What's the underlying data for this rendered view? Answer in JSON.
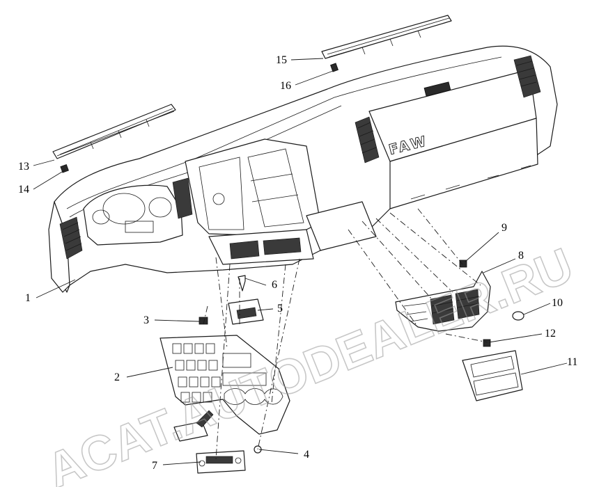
{
  "figure": {
    "brand_text": "FAW",
    "watermark_text": "ACAT.AUTODEALER.RU"
  },
  "callouts": [
    {
      "id": "1",
      "label": "1"
    },
    {
      "id": "2",
      "label": "2"
    },
    {
      "id": "3",
      "label": "3"
    },
    {
      "id": "4",
      "label": "4"
    },
    {
      "id": "5",
      "label": "5"
    },
    {
      "id": "6",
      "label": "6"
    },
    {
      "id": "7",
      "label": "7"
    },
    {
      "id": "8",
      "label": "8"
    },
    {
      "id": "9",
      "label": "9"
    },
    {
      "id": "10",
      "label": "10"
    },
    {
      "id": "11",
      "label": "11"
    },
    {
      "id": "12",
      "label": "12"
    },
    {
      "id": "13",
      "label": "13"
    },
    {
      "id": "14",
      "label": "14"
    },
    {
      "id": "15",
      "label": "15"
    },
    {
      "id": "16",
      "label": "16"
    }
  ]
}
